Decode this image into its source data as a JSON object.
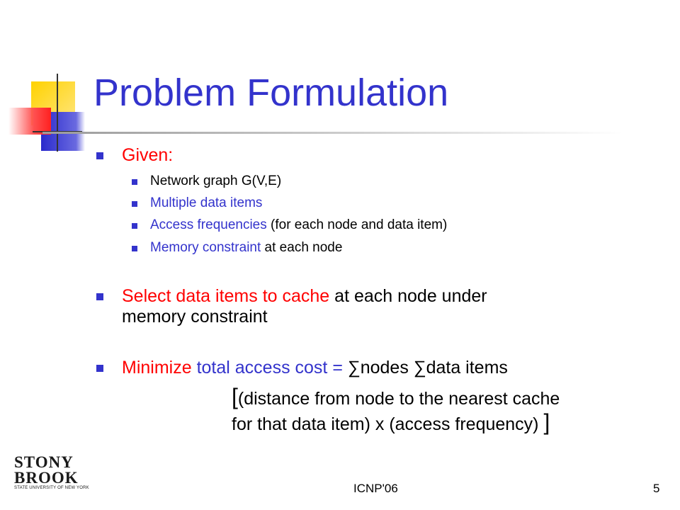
{
  "slide": {
    "title": "Problem Formulation",
    "bullets": {
      "given": "Given:",
      "sub": [
        {
          "plain": "Network graph G(V,E)"
        },
        {
          "blue": "Multiple data items"
        },
        {
          "blue": "Access frequencies",
          "plain": " (for each node and data item)"
        },
        {
          "blue": "Memory constraint",
          "plain": " at each node"
        }
      ],
      "select": {
        "red": "Select data items to cache",
        "plain_line1": " at each node under",
        "plain_line2": "memory constraint"
      },
      "minimize": {
        "red": "Minimize",
        "blue": " total access cost",
        "eq": " = ",
        "sum1": "∑nodes",
        "sum2": " ∑data items",
        "open_bracket": "[",
        "line2": "(distance from node to the nearest cache",
        "line3": "for that data item) x (access frequency)",
        "close_bracket": "]"
      }
    }
  },
  "footer": {
    "center": "ICNP'06",
    "page_number": "5",
    "logo_line1": "STONY",
    "logo_line2": "BROOK",
    "logo_sub": "STATE UNIVERSITY OF NEW YORK"
  },
  "colors": {
    "title": "#3333cc",
    "accent_red": "#ff0000",
    "accent_blue": "#3333cc",
    "deco_yellow": "#ffcc00",
    "deco_blue": "#3333cc",
    "deco_red": "#ff3333"
  }
}
